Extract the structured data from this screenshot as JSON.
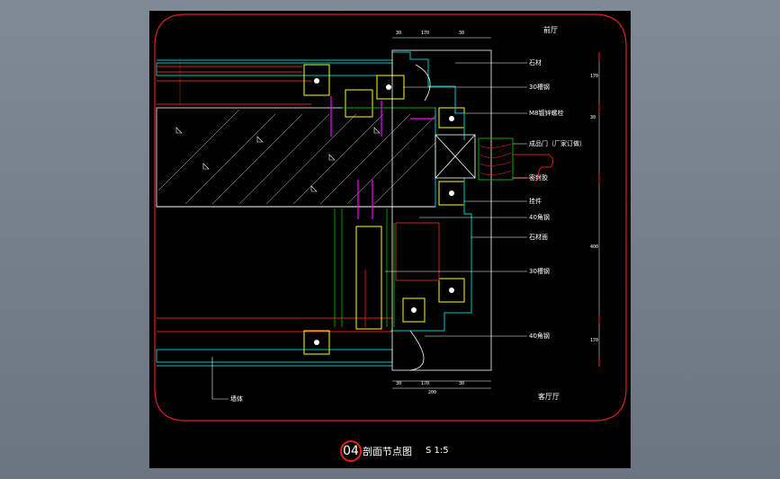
{
  "drawing": {
    "title_number": "04",
    "title": "剖面节点图",
    "scale": "S 1:5",
    "room_top": "前厅",
    "room_bottom": "客厅厅",
    "labels": [
      {
        "text": "石材"
      },
      {
        "text": "30槽钢"
      },
      {
        "text": "M8镀锌螺栓"
      },
      {
        "text": "成品门（厂家订做）"
      },
      {
        "text": "密封胶"
      },
      {
        "text": "挂件"
      },
      {
        "text": "40角钢"
      },
      {
        "text": "石材面"
      },
      {
        "text": "30槽钢"
      },
      {
        "text": "40角钢"
      },
      {
        "text": "墙体"
      }
    ],
    "dims_top": [
      "30",
      "170",
      "30"
    ],
    "dims_bottom": [
      "30",
      "170",
      "30",
      "200"
    ],
    "dims_right": [
      "170",
      "30",
      "400",
      "170"
    ],
    "accent_red": "#e0201c",
    "line_yellow": "#ffff00",
    "line_cyan": "#00c8c8",
    "line_magenta": "#ff00ff",
    "line_green": "#00aa00"
  }
}
